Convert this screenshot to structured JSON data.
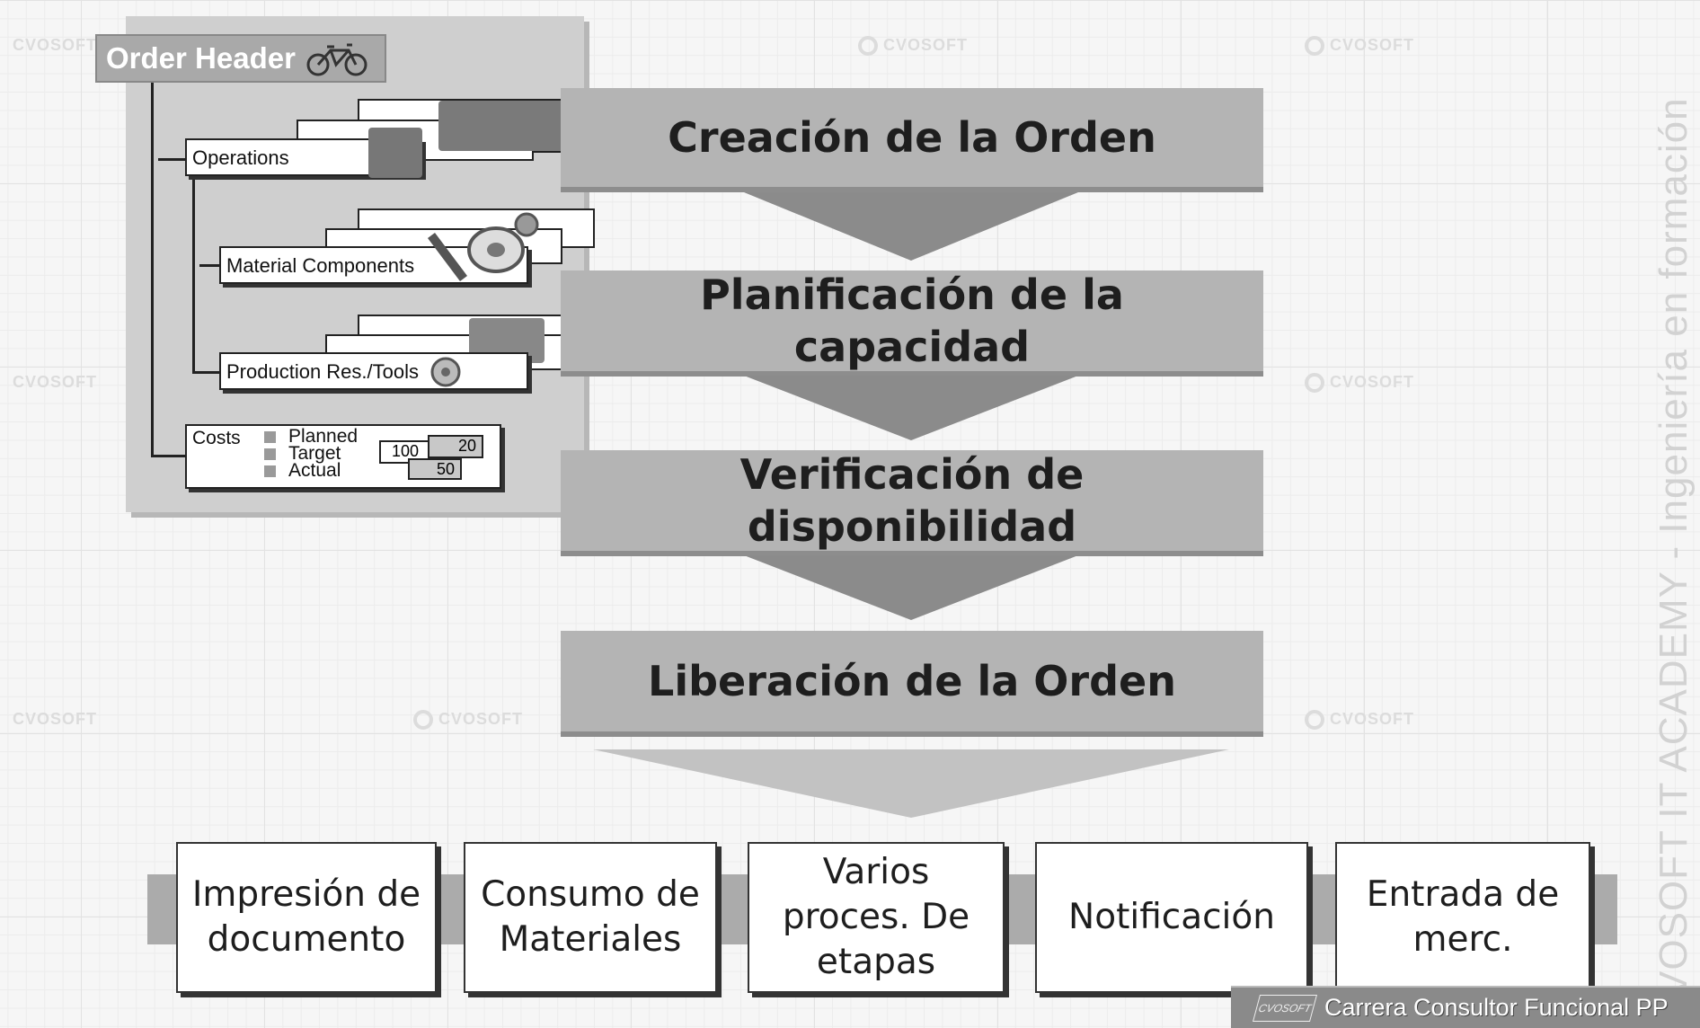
{
  "order_header": {
    "title": "Order Header",
    "operations": "Operations",
    "material_components": "Material Components",
    "production_tools": "Production Res./Tools",
    "costs": {
      "label": "Costs",
      "legend": [
        "Planned",
        "Target",
        "Actual"
      ],
      "values": [
        "100",
        "20",
        "50"
      ]
    }
  },
  "steps": [
    "Creación de la Orden",
    "Planificación de la capacidad",
    "Verificación de disponibilidad",
    "Liberación de la Orden"
  ],
  "activities": [
    "Impresión de documento",
    "Consumo de Materiales",
    "Varios proces. De etapas",
    "Notificación",
    "Entrada de merc."
  ],
  "watermark": {
    "brand": "CVOSOFT",
    "side_text": "VOSOFT  IT ACADEMY - Ingeniería en formación"
  },
  "footer": {
    "logo": "CVOSOFT",
    "text": "Carrera Consultor Funcional PP"
  }
}
